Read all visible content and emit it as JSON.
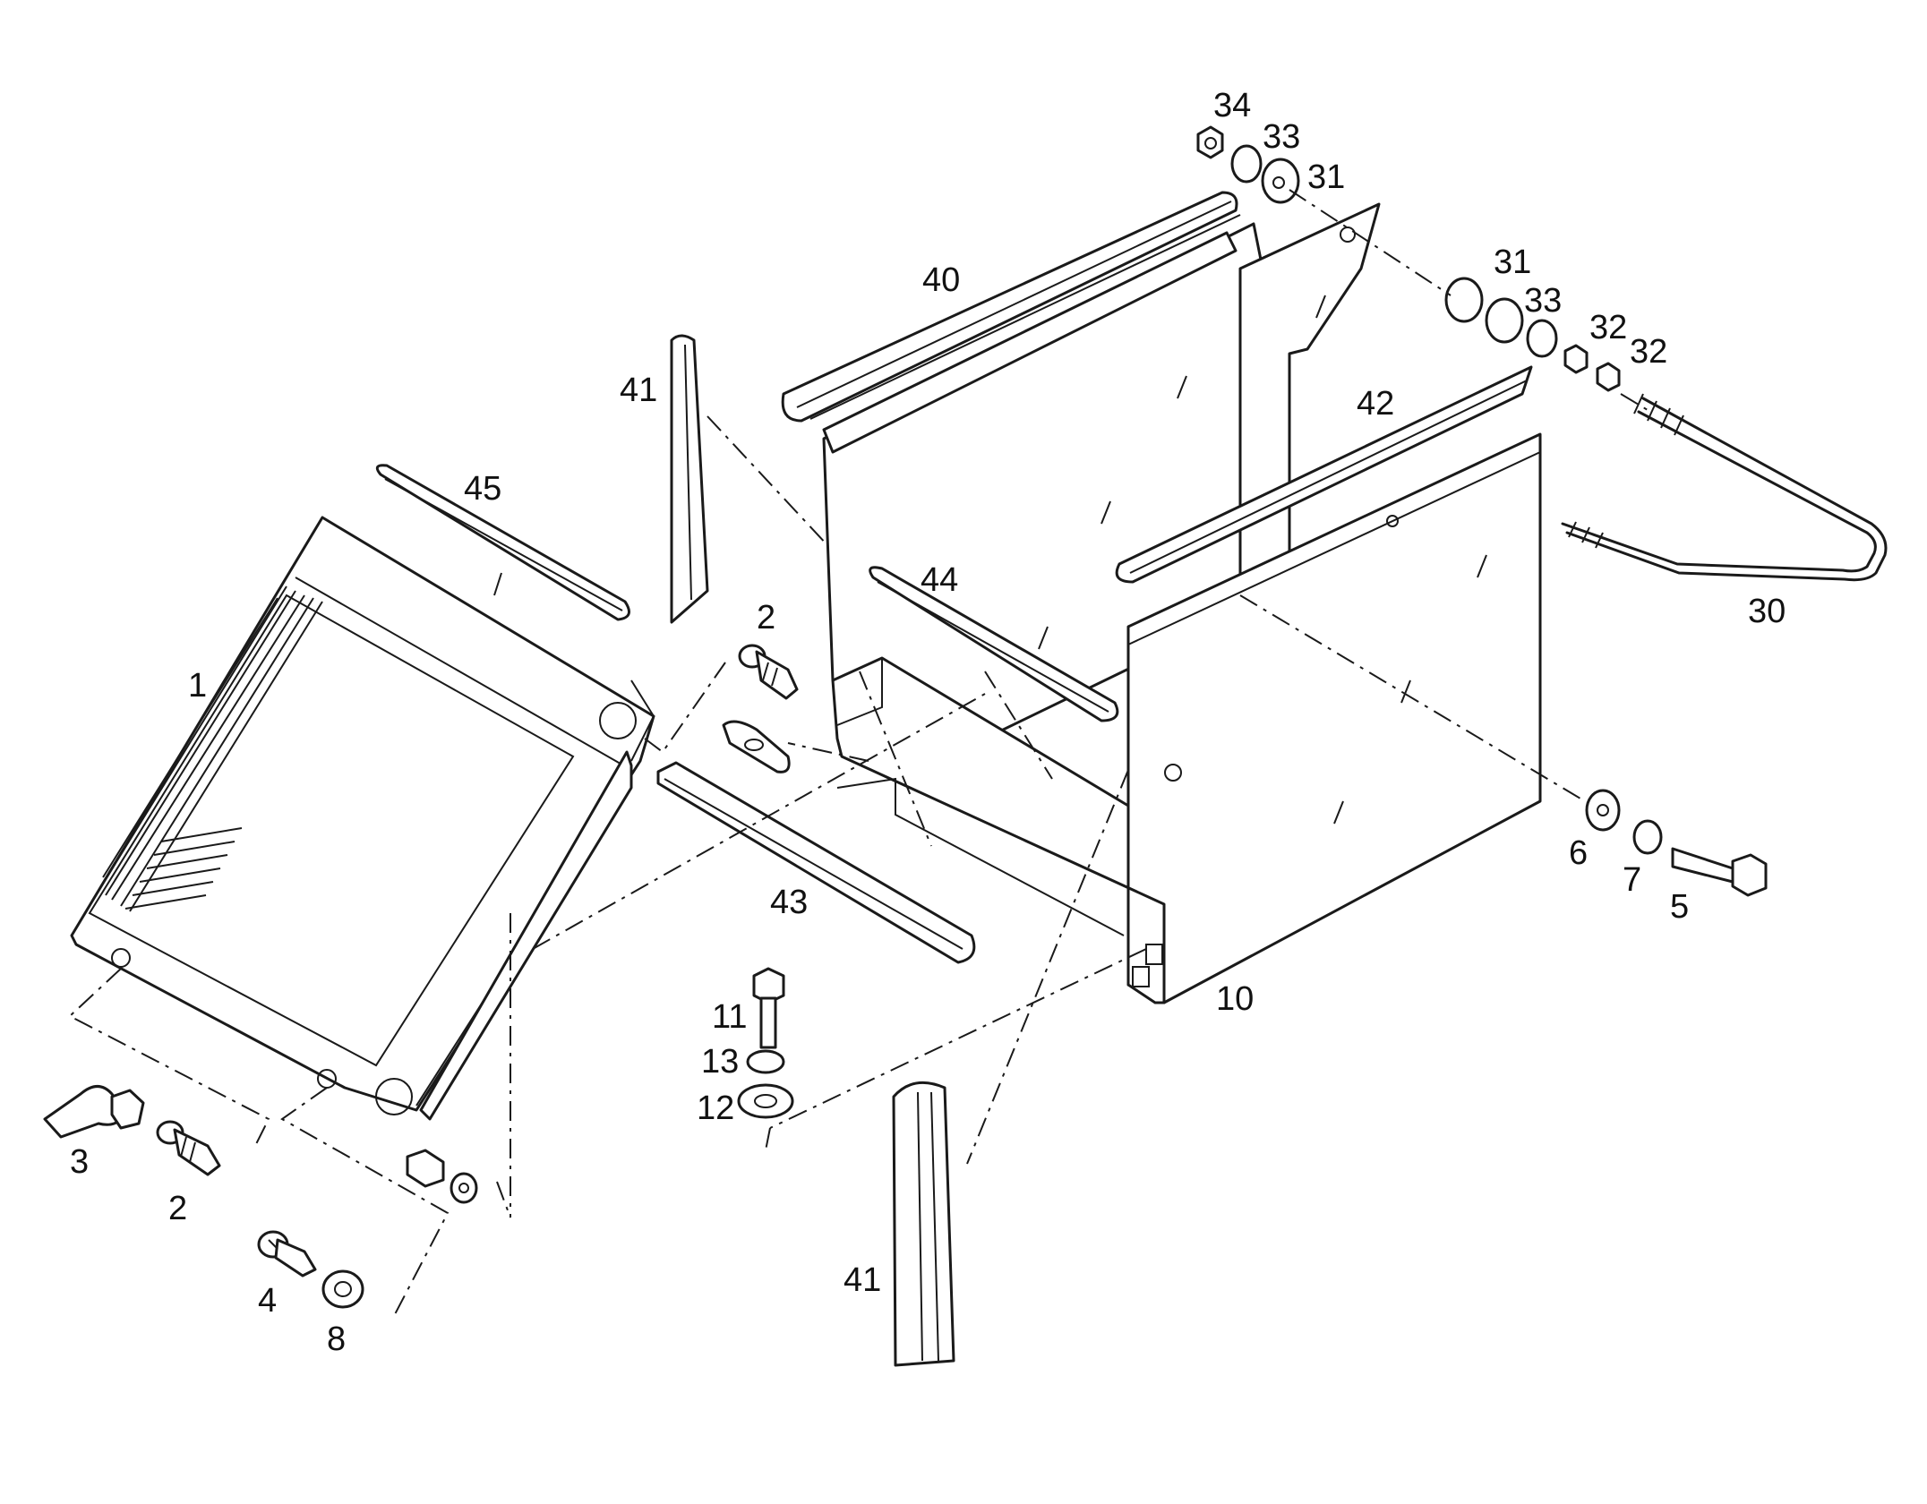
{
  "callouts": {
    "p34": "34",
    "p33_top": "33",
    "p31_top": "31",
    "p40": "40",
    "p31_right": "31",
    "p33_right": "33",
    "p32_a": "32",
    "p32_b": "32",
    "p41_top": "41",
    "p42": "42",
    "p45": "45",
    "p44": "44",
    "p2_top": "2",
    "p1": "1",
    "p30": "30",
    "p43": "43",
    "p6": "6",
    "p7": "7",
    "p5": "5",
    "p10": "10",
    "p11": "11",
    "p13": "13",
    "p12": "12",
    "p3": "3",
    "p2_bottom": "2",
    "p4": "4",
    "p8": "8",
    "p41_bottom": "41"
  },
  "colors": {
    "line": "#1a1a1a",
    "background": "#ffffff"
  }
}
